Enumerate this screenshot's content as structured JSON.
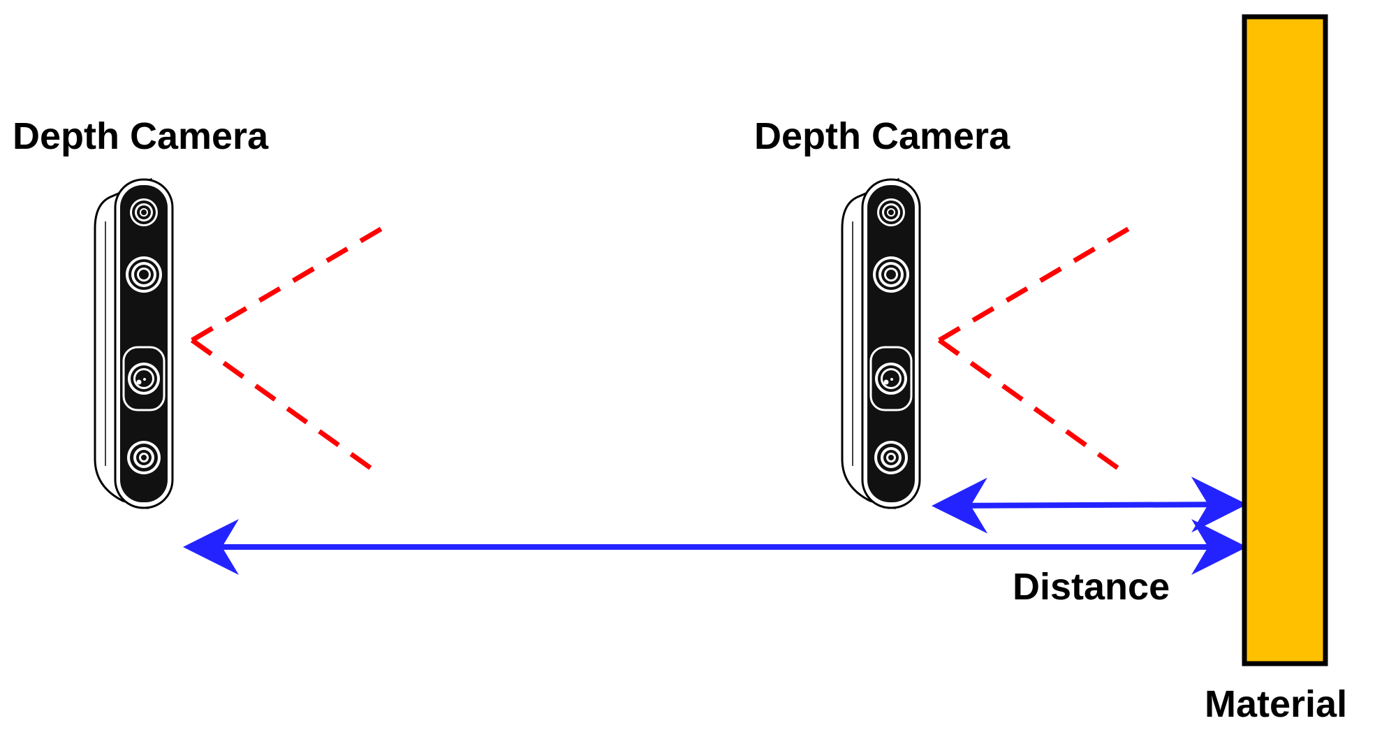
{
  "labels": {
    "camera_left": "Depth Camera",
    "camera_right": "Depth Camera",
    "distance": "Distance",
    "material": "Material"
  },
  "colors": {
    "fov_lines": "#ff0000",
    "distance_arrows": "#2323ff",
    "material_fill": "#ffc000",
    "material_border": "#000000",
    "camera_body": "#111111",
    "camera_shell": "#ffffff"
  }
}
